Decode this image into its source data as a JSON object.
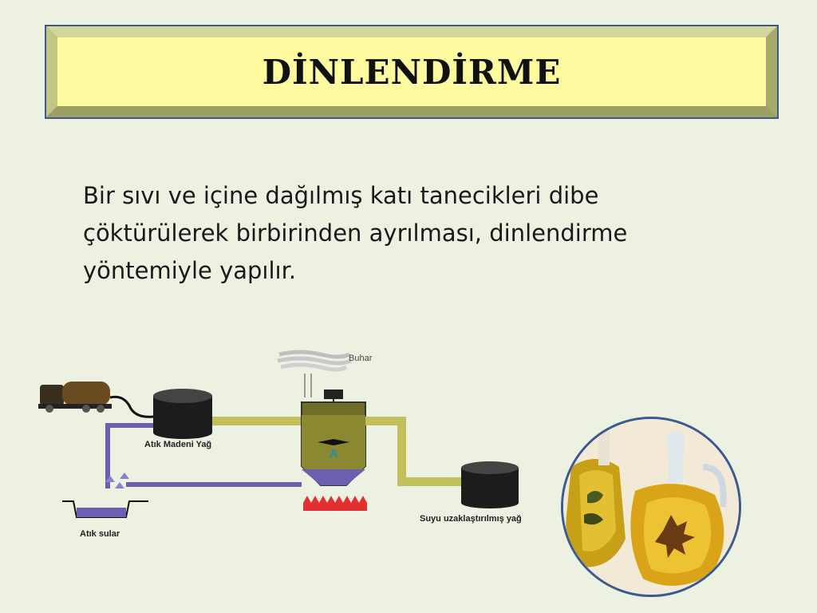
{
  "slide": {
    "title": "DİNLENDİRME",
    "body_text": "Bir sıvı ve içine dağılmış katı tanecikleri dibe çöktürülerek birbirinden ayrılması, dinlendirme yöntemiyle yapılır."
  },
  "diagram": {
    "labels": {
      "steam": "Buhar",
      "waste_oil": "Atık Madeni Yağ",
      "tank": "A",
      "waste_water": "Atık sular",
      "dewatered_oil": "Suyu uzaklaştırılmış yağ"
    }
  },
  "colors": {
    "title_fill": "#fdfaa0",
    "title_frame": "#b8bc7a",
    "title_border": "#3b5a8f",
    "background": "#ecf1e2",
    "oil_pipe": "#c2c05a",
    "water_pipe": "#6a5fb0",
    "photo_border": "#3b5a8f"
  }
}
